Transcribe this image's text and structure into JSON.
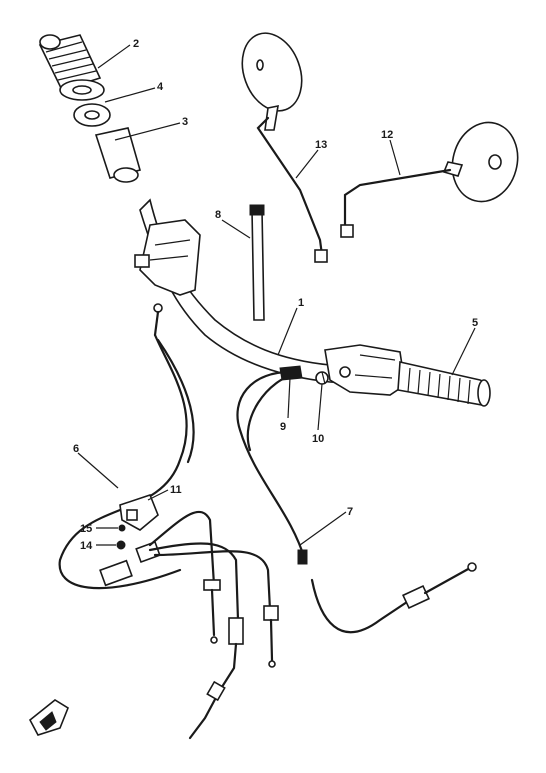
{
  "callouts": [
    {
      "id": "grip-left",
      "text": "2"
    },
    {
      "id": "washer",
      "text": "4"
    },
    {
      "id": "throttle-sleeve",
      "text": "3"
    },
    {
      "id": "rod",
      "text": "8"
    },
    {
      "id": "mirror-left",
      "text": "13"
    },
    {
      "id": "mirror-right",
      "text": "12"
    },
    {
      "id": "handlebar",
      "text": "1"
    },
    {
      "id": "grip-right",
      "text": "5"
    },
    {
      "id": "bracket-9",
      "text": "9"
    },
    {
      "id": "bracket-10",
      "text": "10"
    },
    {
      "id": "throttle-cable",
      "text": "6"
    },
    {
      "id": "clutch-cable",
      "text": "7"
    },
    {
      "id": "clip",
      "text": "11"
    },
    {
      "id": "screw",
      "text": "15"
    },
    {
      "id": "nut",
      "text": "14"
    }
  ],
  "colors": {
    "ink": "#1a1a1a",
    "paper": "#ffffff"
  },
  "icons": {
    "corner_mark": "book-arrow-icon"
  }
}
